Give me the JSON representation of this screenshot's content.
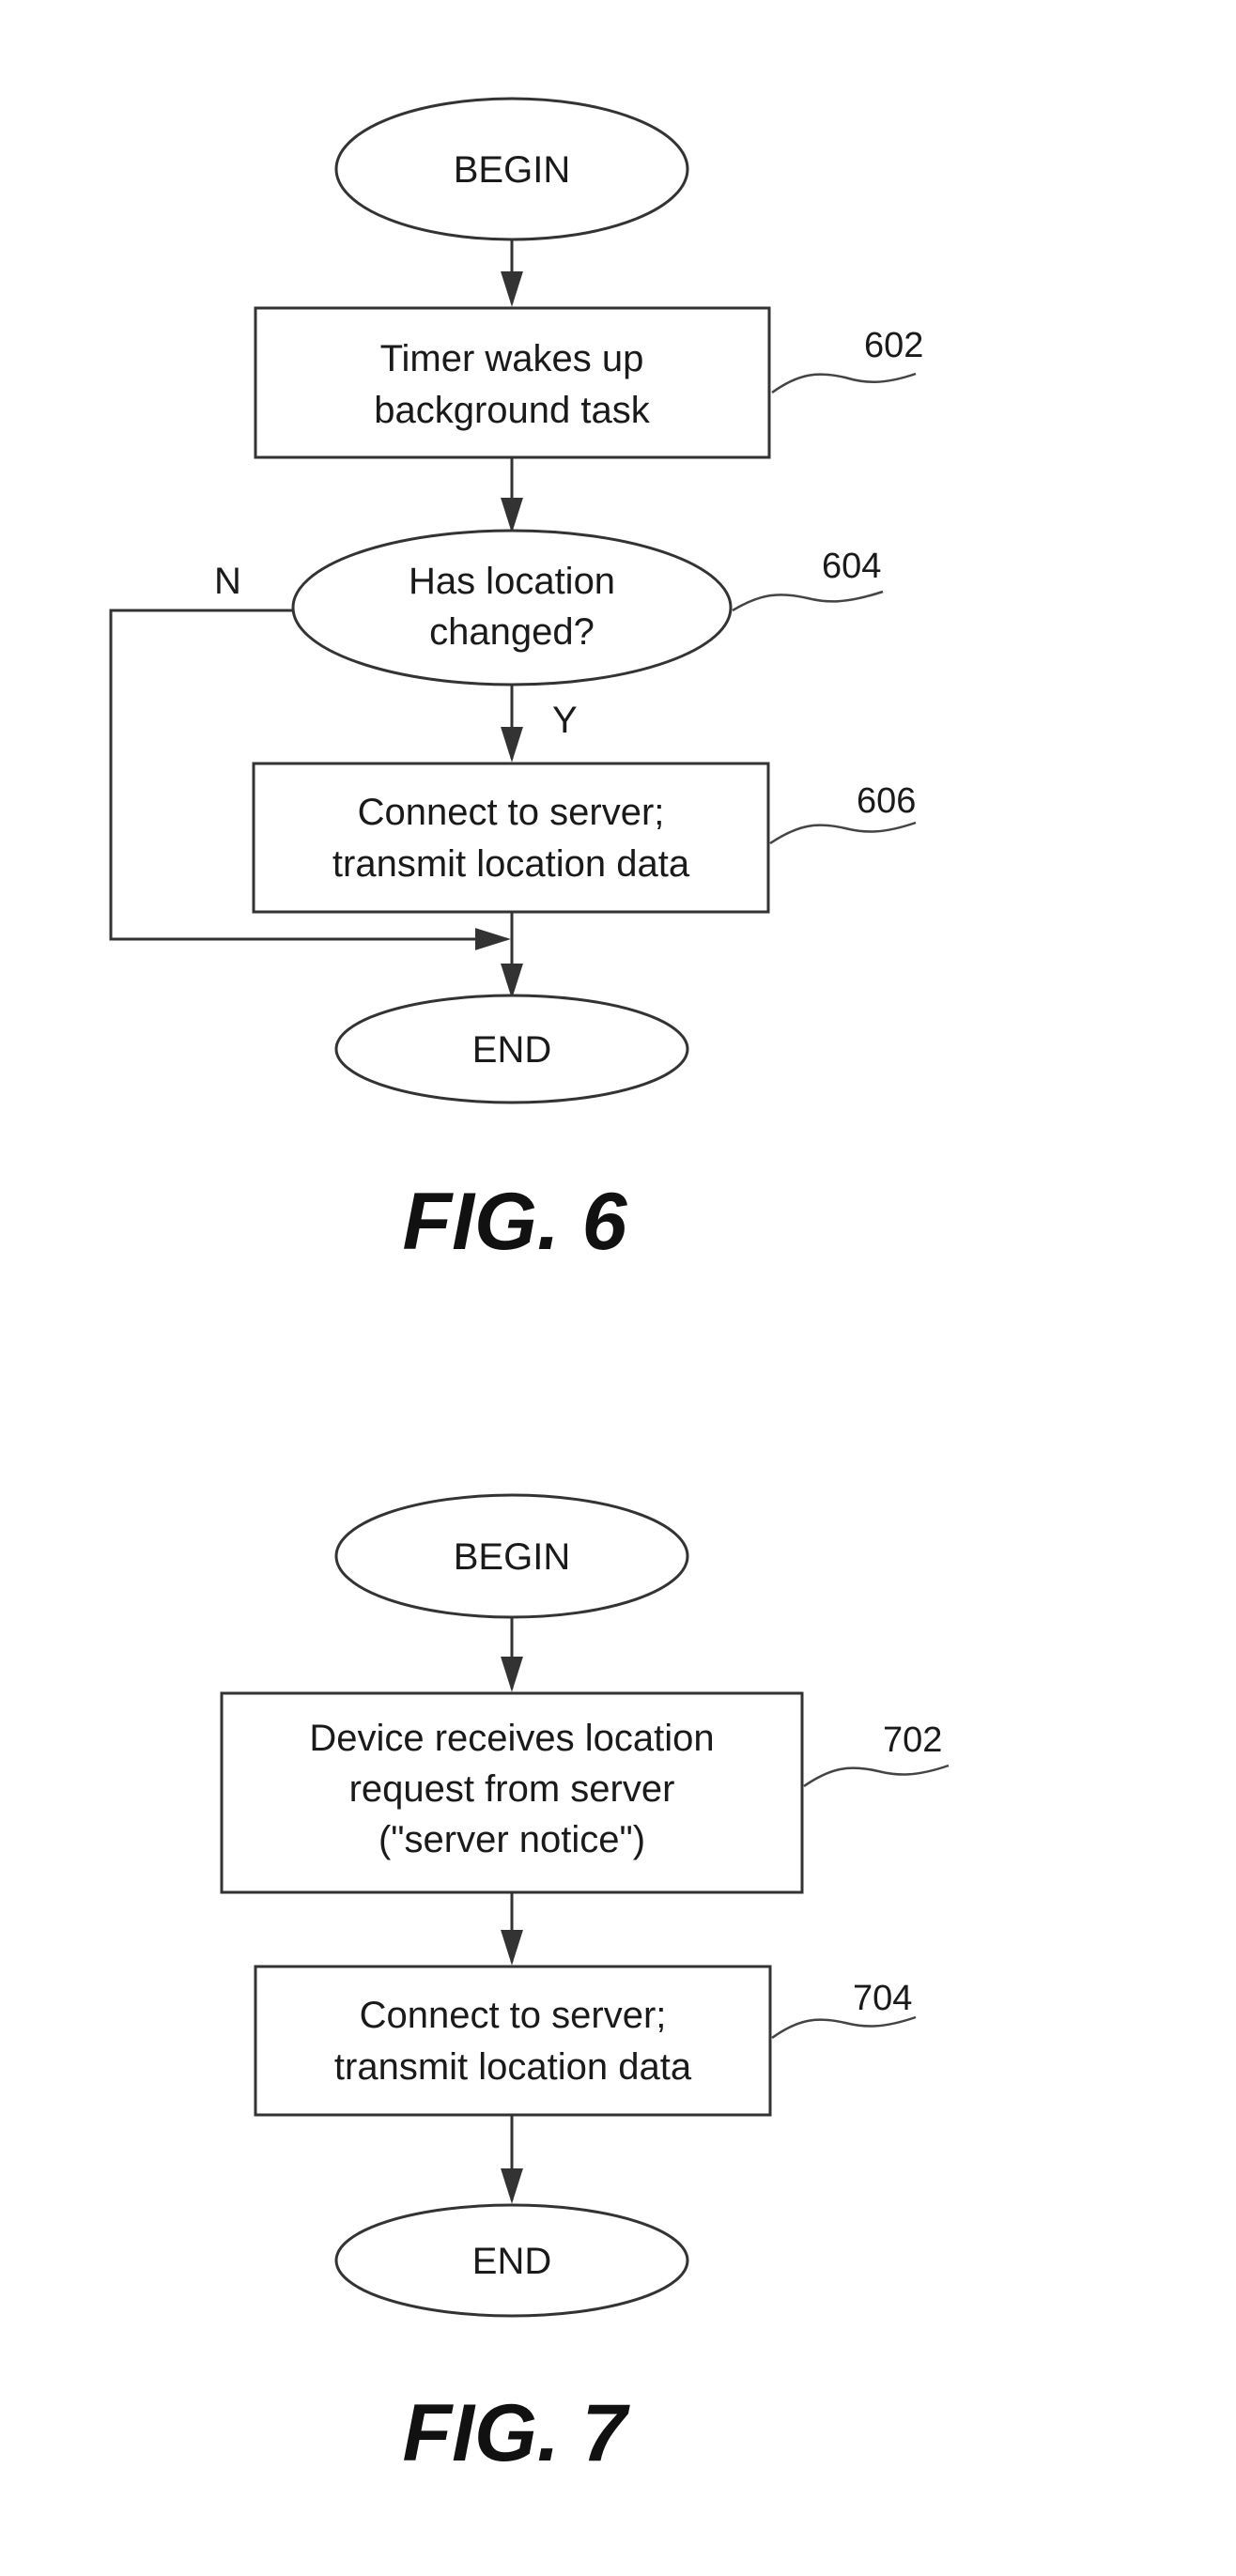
{
  "fig6": {
    "begin": "BEGIN",
    "step602": {
      "line1": "Timer wakes up",
      "line2": "background task",
      "ref": "602"
    },
    "step604": {
      "line1": "Has location",
      "line2": "changed?",
      "ref": "604",
      "no_label": "N",
      "yes_label": "Y"
    },
    "step606": {
      "line1": "Connect to server;",
      "line2": "transmit location data",
      "ref": "606"
    },
    "end": "END",
    "caption": "FIG. 6"
  },
  "fig7": {
    "begin": "BEGIN",
    "step702": {
      "line1": "Device receives location",
      "line2": "request from server",
      "line3": "(\"server notice\")",
      "ref": "702"
    },
    "step704": {
      "line1": "Connect to server;",
      "line2": "transmit location data",
      "ref": "704"
    },
    "end": "END",
    "caption": "FIG. 7"
  }
}
